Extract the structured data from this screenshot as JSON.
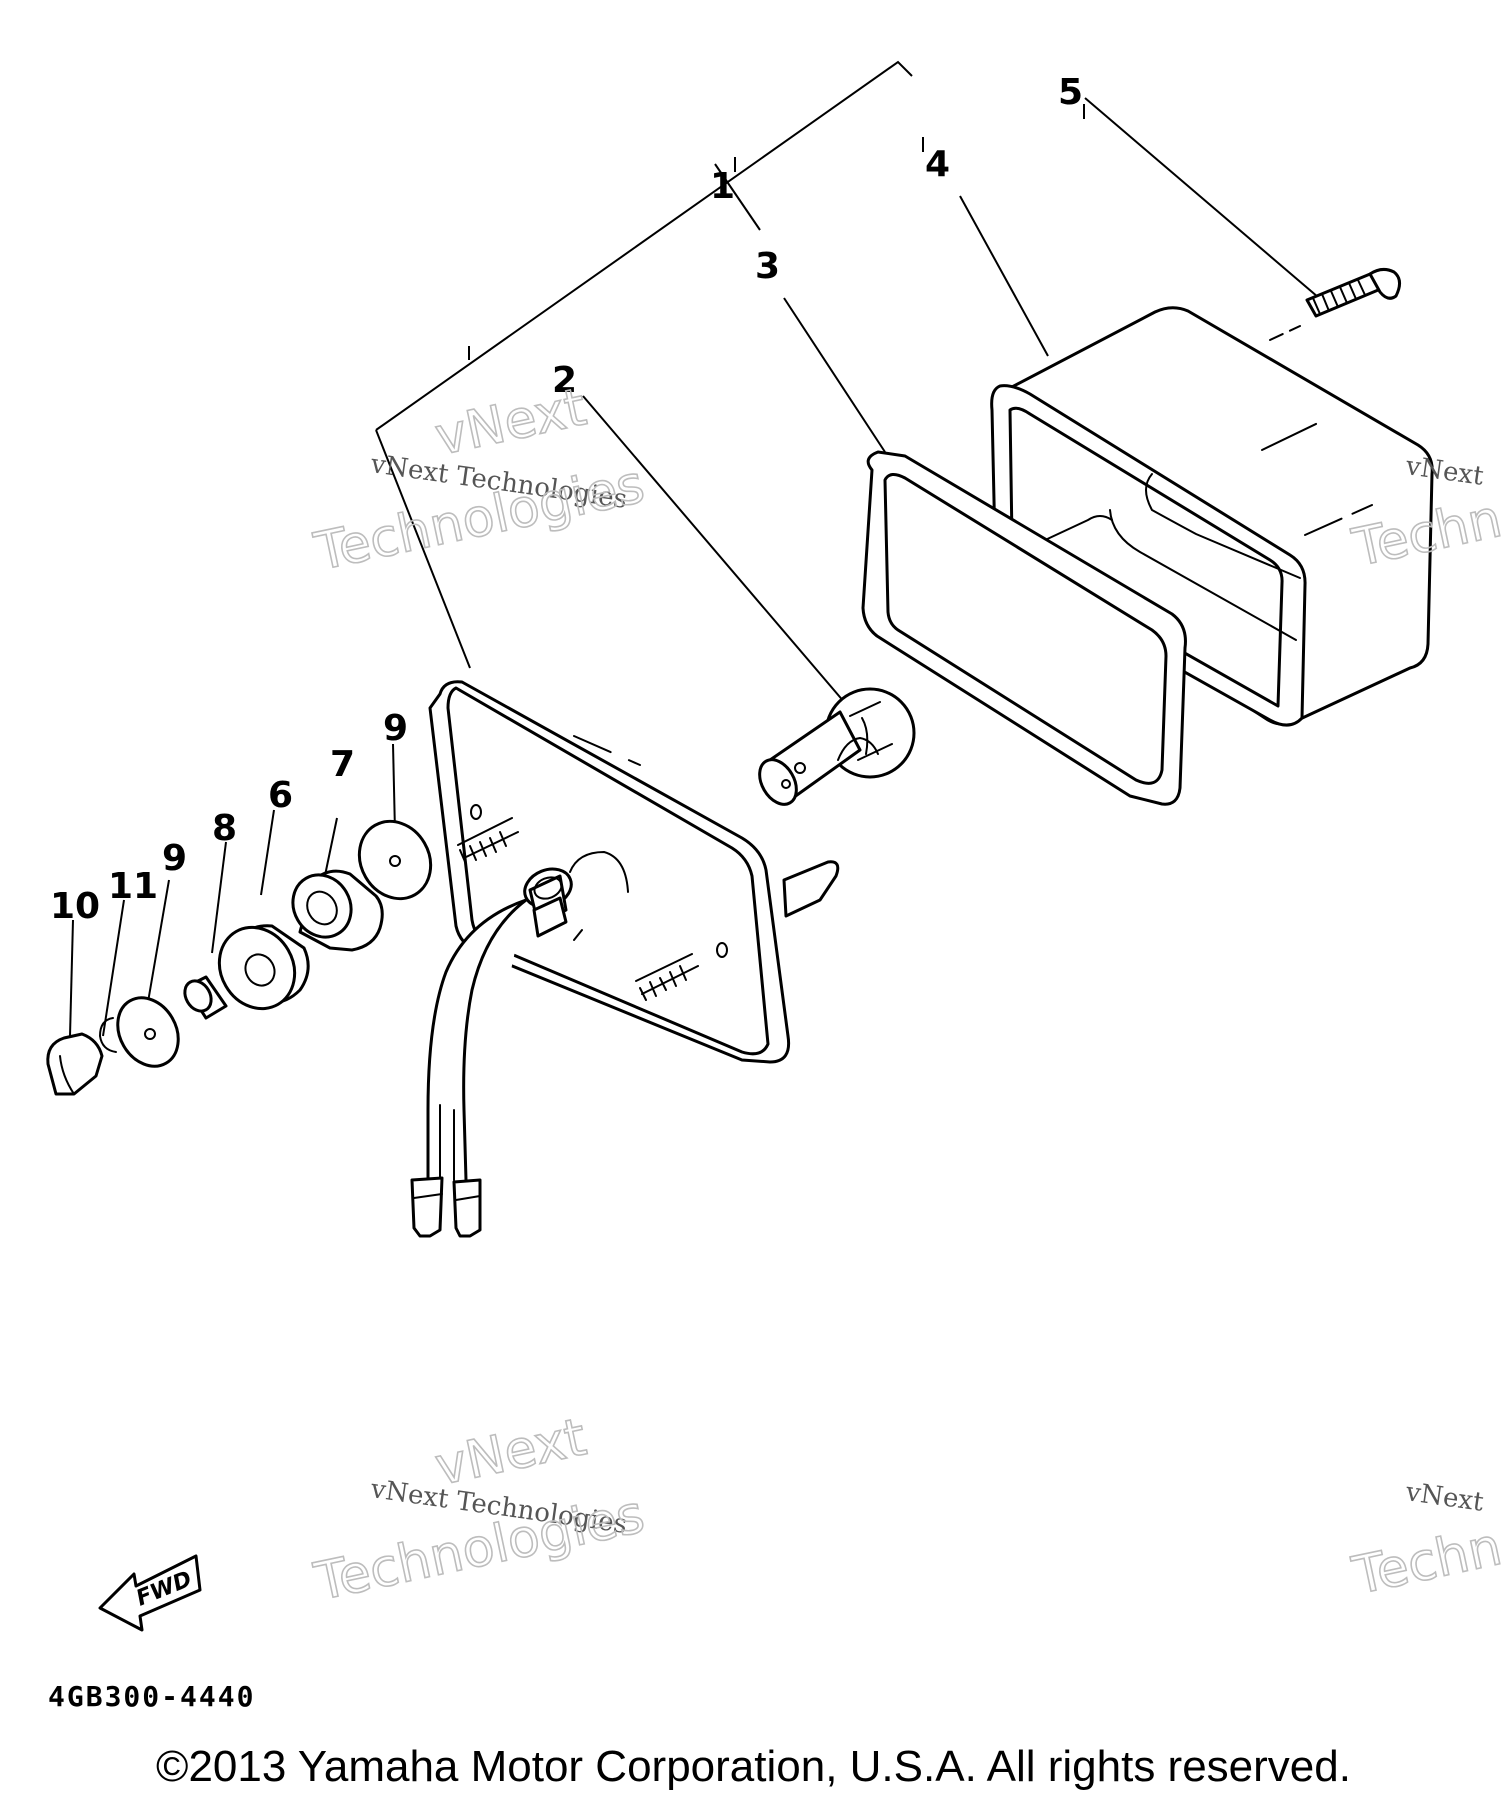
{
  "callouts": [
    "1",
    "2",
    "3",
    "4",
    "5",
    "6",
    "7",
    "8",
    "9",
    "9",
    "10",
    "11"
  ],
  "fwd_label": "FWD",
  "diagram_code": "4GB300-4440",
  "watermark": {
    "serif_text": "vNext Technologies",
    "big_line1": "vNext",
    "big_line2": "Technologies",
    "serif_text_cut": "vNext",
    "big_text_cut": "Techn"
  },
  "copyright": "©2013 Yamaha Motor Corporation, U.S.A. All rights reserved."
}
